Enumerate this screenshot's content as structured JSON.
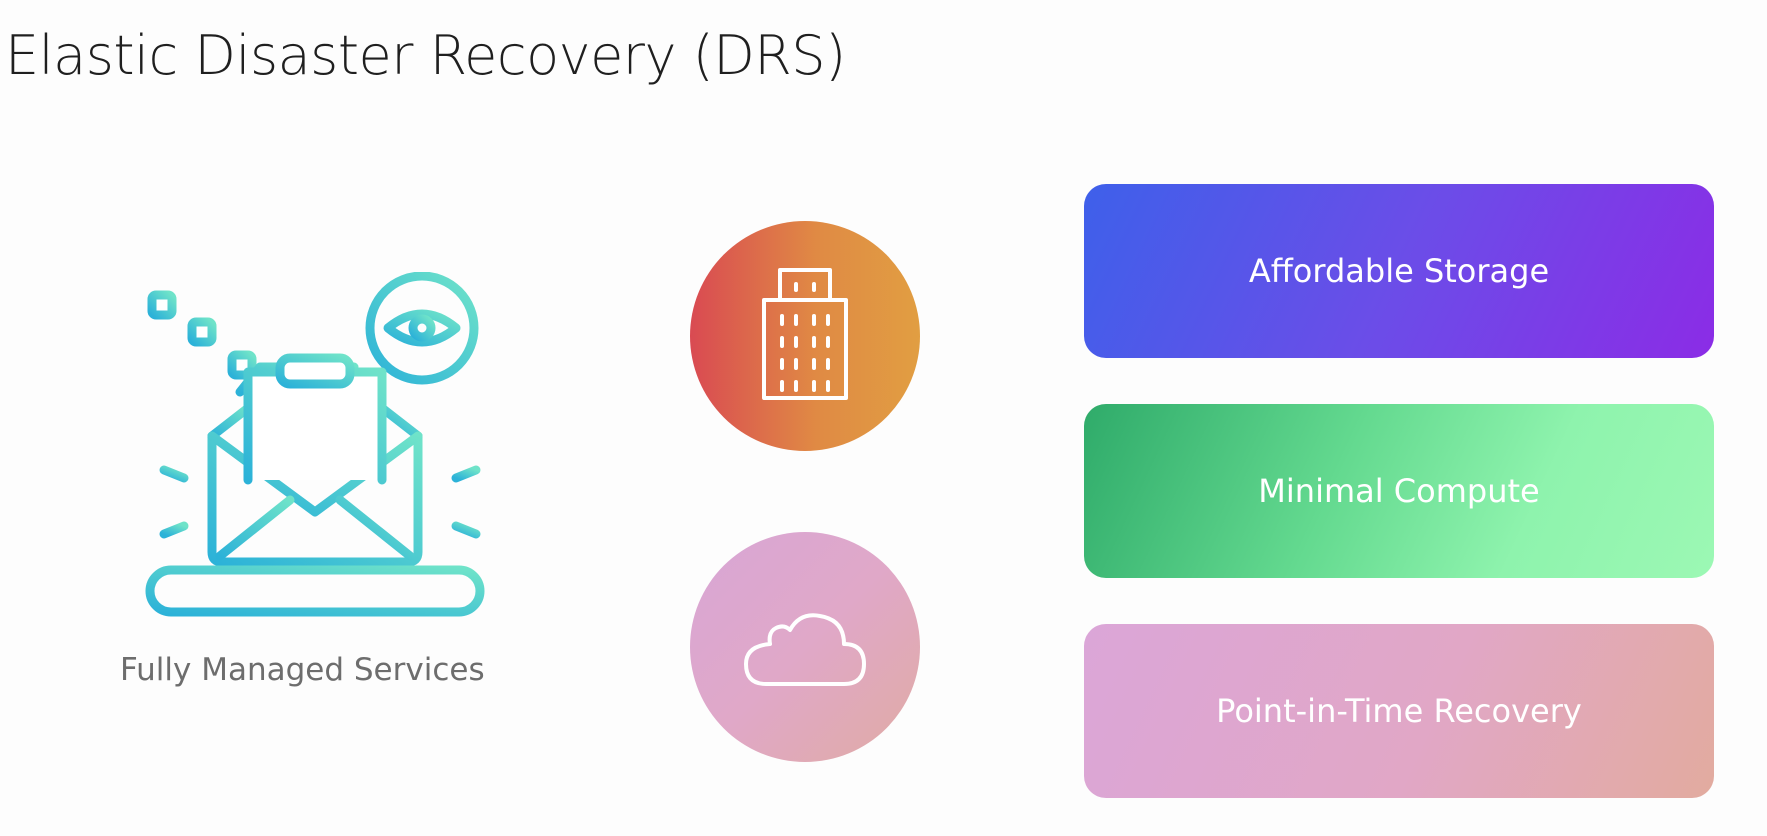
{
  "slide": {
    "title": "Elastic Disaster Recovery (DRS)"
  },
  "left_panel": {
    "icon": "mail-settings-icon",
    "label": "Fully Managed Services",
    "color": "#46c8d6"
  },
  "circles": [
    {
      "icon": "building-icon",
      "colors": [
        "#d94a52",
        "#e19e42"
      ]
    },
    {
      "icon": "cloud-icon",
      "colors": [
        "#d8a6d6",
        "#e0aba3"
      ]
    }
  ],
  "cards": [
    {
      "label": "Affordable Storage",
      "colors": [
        "#3e60ea",
        "#8b2ce6"
      ]
    },
    {
      "label": "Minimal Compute",
      "colors": [
        "#2fab6a",
        "#9cf8b4"
      ]
    },
    {
      "label": "Point-in-Time Recovery",
      "colors": [
        "#dba6d8",
        "#e2ab9f"
      ]
    }
  ]
}
